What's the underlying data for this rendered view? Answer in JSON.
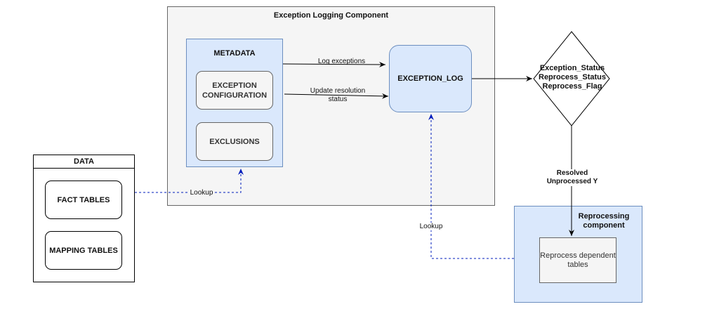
{
  "exception_component": {
    "title": "Exception Logging Component"
  },
  "metadata": {
    "title": "METADATA",
    "items": [
      "EXCEPTION CONFIGURATION",
      "EXCLUSIONS"
    ]
  },
  "exception_log": {
    "label": "EXCEPTION_LOG"
  },
  "decision": {
    "lines": [
      "Exception_Status",
      "Reprocess_Status",
      "Reprocess_Flag"
    ]
  },
  "data": {
    "title": "DATA",
    "items": [
      "FACT TABLES",
      "MAPPING TABLES"
    ]
  },
  "reprocessing": {
    "title": "Reprocessing component",
    "task": "Reprocess dependent tables"
  },
  "edges": {
    "log_exceptions": "Log exceptions",
    "update_resolution": "Update resolution status",
    "lookup_metadata": "Lookup",
    "lookup_log": "Lookup",
    "condition": "Resolved Unprocessed Y"
  },
  "colors": {
    "container_fill": "#f5f5f5",
    "blue_fill": "#dae8fc",
    "blue_stroke": "#6c8ebf",
    "dashed_arrow": "#001dbc"
  }
}
